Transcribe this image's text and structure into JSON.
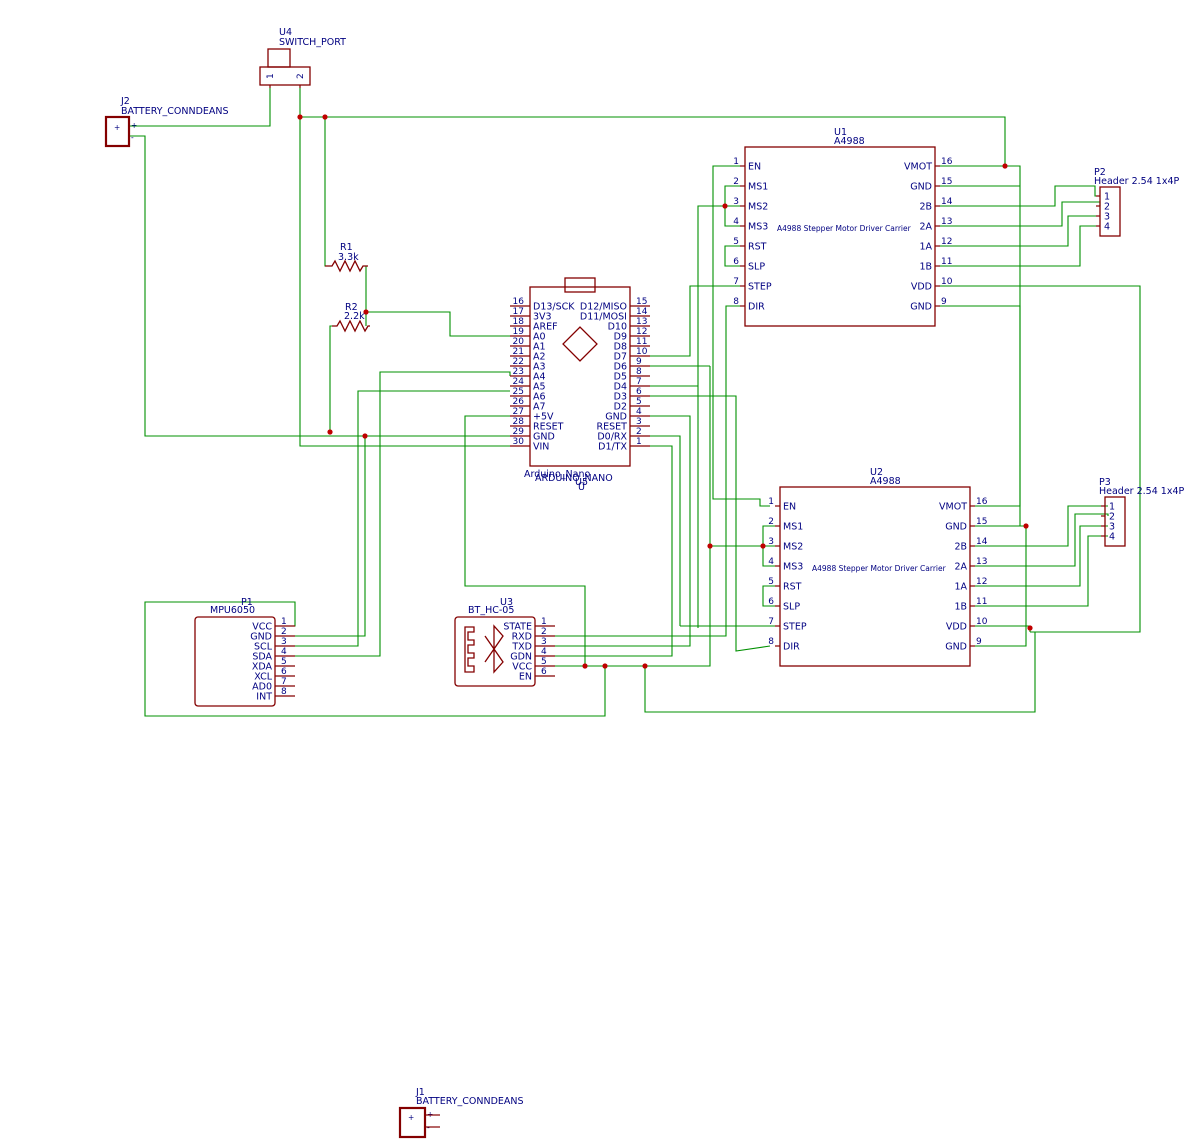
{
  "colors": {
    "part": "#840000",
    "wire": "#009000",
    "text": "#000080",
    "junction": "#c00000"
  },
  "u4": {
    "ref": "U4",
    "value": "SWITCH_PORT",
    "pins": [
      "1",
      "2"
    ]
  },
  "j2": {
    "ref": "J2",
    "value": "BATTERY_CONNDEANS",
    "plus": "+",
    "minus": "-"
  },
  "j1": {
    "ref": "J1",
    "value": "BATTERY_CONNDEANS",
    "plus": "+",
    "minus": "-"
  },
  "r1": {
    "ref": "R1",
    "value": "3.3k"
  },
  "r2": {
    "ref": "R2",
    "value": "2.2k"
  },
  "nano": {
    "ref": "U5",
    "ref2": "U",
    "value": "ARDUINO_NANO",
    "value_ghost": "Arduino_Nano",
    "left_pins": [
      {
        "num": "16",
        "name": "D13/SCK"
      },
      {
        "num": "17",
        "name": "3V3"
      },
      {
        "num": "18",
        "name": "AREF"
      },
      {
        "num": "19",
        "name": "A0"
      },
      {
        "num": "20",
        "name": "A1"
      },
      {
        "num": "21",
        "name": "A2"
      },
      {
        "num": "22",
        "name": "A3"
      },
      {
        "num": "23",
        "name": "A4"
      },
      {
        "num": "24",
        "name": "A5"
      },
      {
        "num": "25",
        "name": "A6"
      },
      {
        "num": "26",
        "name": "A7"
      },
      {
        "num": "27",
        "name": "+5V"
      },
      {
        "num": "28",
        "name": "RESET"
      },
      {
        "num": "29",
        "name": "GND"
      },
      {
        "num": "30",
        "name": "VIN"
      }
    ],
    "right_pins": [
      {
        "num": "15",
        "name": "D12/MISO"
      },
      {
        "num": "14",
        "name": "D11/MOSI"
      },
      {
        "num": "13",
        "name": "D10"
      },
      {
        "num": "12",
        "name": "D9"
      },
      {
        "num": "11",
        "name": "D8"
      },
      {
        "num": "10",
        "name": "D7"
      },
      {
        "num": "9",
        "name": "D6"
      },
      {
        "num": "8",
        "name": "D5"
      },
      {
        "num": "7",
        "name": "D4"
      },
      {
        "num": "6",
        "name": "D3"
      },
      {
        "num": "5",
        "name": "D2"
      },
      {
        "num": "4",
        "name": "GND"
      },
      {
        "num": "3",
        "name": "RESET"
      },
      {
        "num": "2",
        "name": "D0/RX"
      },
      {
        "num": "1",
        "name": "D1/TX"
      }
    ]
  },
  "u1": {
    "ref": "U1",
    "value": "A4988",
    "desc": "A4988 Stepper Motor Driver Carrier",
    "left_pins": [
      {
        "num": "1",
        "name": "EN"
      },
      {
        "num": "2",
        "name": "MS1"
      },
      {
        "num": "3",
        "name": "MS2"
      },
      {
        "num": "4",
        "name": "MS3"
      },
      {
        "num": "5",
        "name": "RST"
      },
      {
        "num": "6",
        "name": "SLP"
      },
      {
        "num": "7",
        "name": "STEP"
      },
      {
        "num": "8",
        "name": "DIR"
      }
    ],
    "right_pins": [
      {
        "num": "16",
        "name": "VMOT"
      },
      {
        "num": "15",
        "name": "GND"
      },
      {
        "num": "14",
        "name": "2B"
      },
      {
        "num": "13",
        "name": "2A"
      },
      {
        "num": "12",
        "name": "1A"
      },
      {
        "num": "11",
        "name": "1B"
      },
      {
        "num": "10",
        "name": "VDD"
      },
      {
        "num": "9",
        "name": "GND"
      }
    ]
  },
  "u2": {
    "ref": "U2",
    "value": "A4988",
    "desc": "A4988 Stepper Motor Driver Carrier",
    "left_pins": [
      {
        "num": "1",
        "name": "EN"
      },
      {
        "num": "2",
        "name": "MS1"
      },
      {
        "num": "3",
        "name": "MS2"
      },
      {
        "num": "4",
        "name": "MS3"
      },
      {
        "num": "5",
        "name": "RST"
      },
      {
        "num": "6",
        "name": "SLP"
      },
      {
        "num": "7",
        "name": "STEP"
      },
      {
        "num": "8",
        "name": "DIR"
      }
    ],
    "right_pins": [
      {
        "num": "16",
        "name": "VMOT"
      },
      {
        "num": "15",
        "name": "GND"
      },
      {
        "num": "14",
        "name": "2B"
      },
      {
        "num": "13",
        "name": "2A"
      },
      {
        "num": "12",
        "name": "1A"
      },
      {
        "num": "11",
        "name": "1B"
      },
      {
        "num": "10",
        "name": "VDD"
      },
      {
        "num": "9",
        "name": "GND"
      }
    ]
  },
  "p2": {
    "ref": "P2",
    "value": "Header 2.54 1x4P",
    "pins": [
      "1",
      "2",
      "3",
      "4"
    ]
  },
  "p3": {
    "ref": "P3",
    "value": "Header 2.54 1x4P",
    "pins": [
      "1",
      "2",
      "3",
      "4"
    ]
  },
  "p1": {
    "ref": "P1",
    "value": "MPU6050",
    "pins": [
      {
        "num": "1",
        "name": "VCC"
      },
      {
        "num": "2",
        "name": "GND"
      },
      {
        "num": "3",
        "name": "SCL"
      },
      {
        "num": "4",
        "name": "SDA"
      },
      {
        "num": "5",
        "name": "XDA"
      },
      {
        "num": "6",
        "name": "XCL"
      },
      {
        "num": "7",
        "name": "AD0"
      },
      {
        "num": "8",
        "name": "INT"
      }
    ]
  },
  "u3": {
    "ref": "U3",
    "value": "BT_HC-05",
    "pins": [
      {
        "num": "1",
        "name": "STATE"
      },
      {
        "num": "2",
        "name": "RXD"
      },
      {
        "num": "3",
        "name": "TXD"
      },
      {
        "num": "4",
        "name": "GDN"
      },
      {
        "num": "5",
        "name": "VCC"
      },
      {
        "num": "6",
        "name": "EN"
      }
    ]
  }
}
